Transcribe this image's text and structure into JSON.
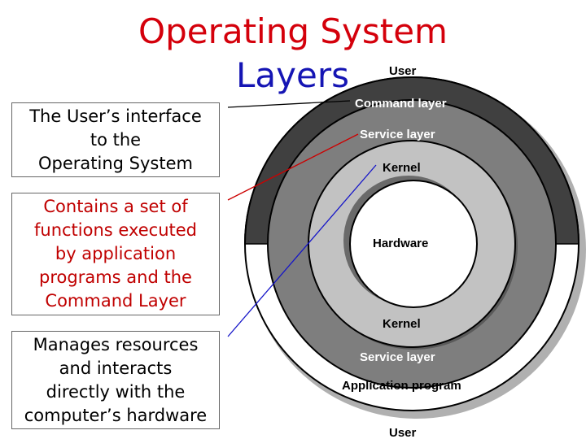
{
  "title": {
    "line1": "Operating System",
    "line2": "Layers",
    "line1_color": "#d4000b",
    "line2_color": "#1515b4"
  },
  "boxes": {
    "user_interface": {
      "lines": [
        "The User’s interface",
        "to the",
        "Operating System"
      ],
      "text_color": "#000000"
    },
    "service": {
      "lines": [
        "Contains a set of",
        "functions executed",
        "by application",
        "programs and the",
        "Command Layer"
      ],
      "text_color": "#c00000"
    },
    "kernel": {
      "lines": [
        "Manages resources",
        "and interacts",
        "directly with the",
        "computer’s hardware"
      ],
      "text_color": "#000000"
    }
  },
  "diagram": {
    "labels": {
      "user_top": "User",
      "command_layer": "Command layer",
      "service_layer_top": "Service layer",
      "kernel_top": "Kernel",
      "hardware": "Hardware",
      "kernel_bottom": "Kernel",
      "service_layer_bottom": "Service layer",
      "application_program": "Application program",
      "user_bottom": "User"
    },
    "colors": {
      "command_ring": "#404040",
      "service_ring": "#7e7e7e",
      "kernel_ring": "#c2c2c2",
      "outline": "#000000",
      "connector_black": "#000000",
      "connector_red": "#cc0000",
      "connector_blue": "#1515c8"
    }
  }
}
